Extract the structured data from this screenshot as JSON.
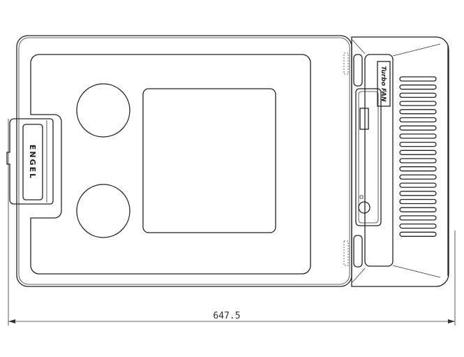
{
  "drawing": {
    "dimension_width": "647.5",
    "brand_logo": "ENGEL",
    "fan_label": "Turbo FAN",
    "vent_slot_count": 20
  }
}
